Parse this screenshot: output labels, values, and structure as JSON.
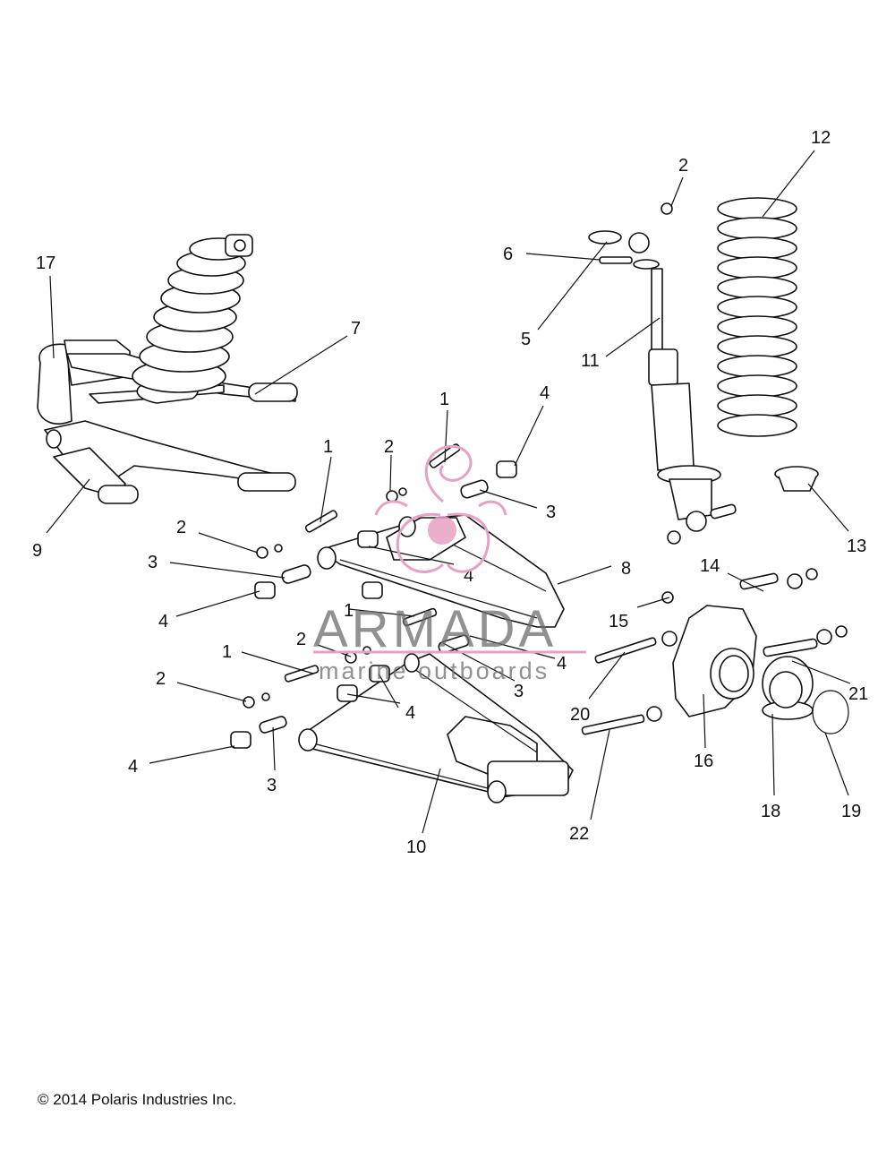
{
  "callouts": {
    "c1": "1",
    "c2": "2",
    "c3": "3",
    "c4": "4",
    "c5": "5",
    "c6": "6",
    "c7": "7",
    "c8": "8",
    "c9": "9",
    "c10": "10",
    "c11": "11",
    "c12": "12",
    "c13": "13",
    "c14": "14",
    "c15": "15",
    "c16": "16",
    "c17": "17",
    "c18": "18",
    "c19": "19",
    "c20": "20",
    "c21": "21",
    "c22": "22"
  },
  "watermark": {
    "brand": "ARMADA",
    "tagline": "marine outboards",
    "color": "#e8a0c4"
  },
  "copyright": "© 2014 Polaris Industries Inc."
}
